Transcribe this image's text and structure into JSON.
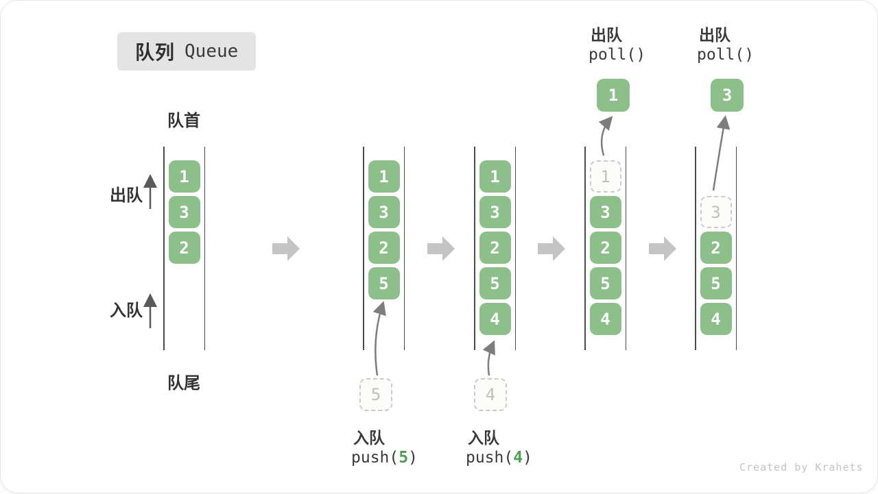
{
  "title": {
    "zh": "队列",
    "en": "Queue"
  },
  "side_labels": {
    "front": "队首",
    "dequeue": "出队",
    "enqueue": "入队",
    "rear": "队尾"
  },
  "queues": [
    {
      "items": [
        {
          "value": "1"
        },
        {
          "value": "3"
        },
        {
          "value": "2"
        }
      ]
    },
    {
      "items": [
        {
          "value": "1"
        },
        {
          "value": "3"
        },
        {
          "value": "2"
        },
        {
          "value": "5"
        }
      ]
    },
    {
      "items": [
        {
          "value": "1"
        },
        {
          "value": "3"
        },
        {
          "value": "2"
        },
        {
          "value": "5"
        },
        {
          "value": "4"
        }
      ]
    },
    {
      "items": [
        {
          "value": "1",
          "state": "removed"
        },
        {
          "value": "3"
        },
        {
          "value": "2"
        },
        {
          "value": "5"
        },
        {
          "value": "4"
        }
      ]
    },
    {
      "items": [
        {
          "value": "3",
          "state": "removed"
        },
        {
          "value": "2"
        },
        {
          "value": "5"
        },
        {
          "value": "4"
        }
      ]
    }
  ],
  "operations": {
    "enqueue_5": {
      "label": "入队",
      "code_prefix": "push(",
      "code_arg": "5",
      "code_suffix": ")",
      "pending_value": "5"
    },
    "enqueue_4": {
      "label": "入队",
      "code_prefix": "push(",
      "code_arg": "4",
      "code_suffix": ")",
      "pending_value": "4"
    },
    "poll_1": {
      "label": "出队",
      "code": "poll()",
      "result_value": "1"
    },
    "poll_3": {
      "label": "出队",
      "code": "poll()",
      "result_value": "3"
    }
  },
  "credit": "Created by Krahets",
  "colors": {
    "item_green": "#8dbf8a",
    "accent_green_text": "#4f9e51",
    "ghost_border": "#cbcbc9",
    "queue_wall": "#4a4a4a",
    "flow_arrow_gray": "#c4c4c4",
    "thin_arrow_gray": "#7d7d7d",
    "title_bg": "#e4e4e4",
    "text_dark": "#3a3a3a",
    "credit_gray": "#c3c3c3"
  }
}
